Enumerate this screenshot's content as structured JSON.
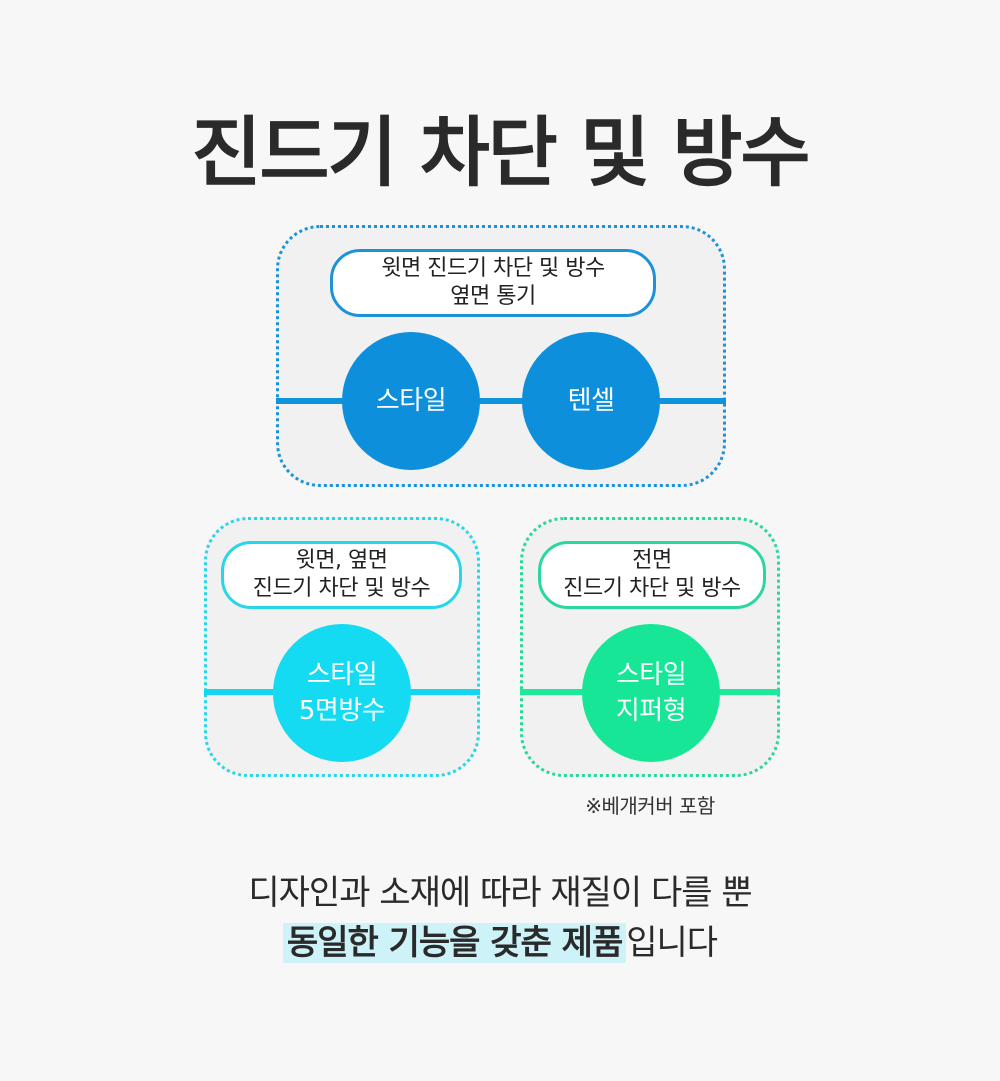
{
  "title": "진드기 차단 및 방수",
  "top_group": {
    "pill_line1": "윗면 진드기 차단 및 방수",
    "pill_line2": "옆면 통기",
    "circles": [
      "스타일",
      "텐셀"
    ]
  },
  "left_group": {
    "pill_line1": "윗면, 옆면",
    "pill_line2": "진드기 차단 및 방수",
    "circle_line1": "스타일",
    "circle_line2": "5면방수"
  },
  "right_group": {
    "pill_line1": "전면",
    "pill_line2": "진드기 차단 및 방수",
    "circle_line1": "스타일",
    "circle_line2": "지퍼형",
    "note": "※베개커버 포함"
  },
  "bottom": {
    "line1": "디자인과 소재에 따라 재질이 다를 뿐",
    "line2_highlight": "동일한 기능을 갖춘 제품",
    "line2_rest": "입니다"
  },
  "colors": {
    "blue": "#0d8fdb",
    "cyan": "#14daf2",
    "green": "#17e697",
    "highlight": "#cdf3f9"
  }
}
